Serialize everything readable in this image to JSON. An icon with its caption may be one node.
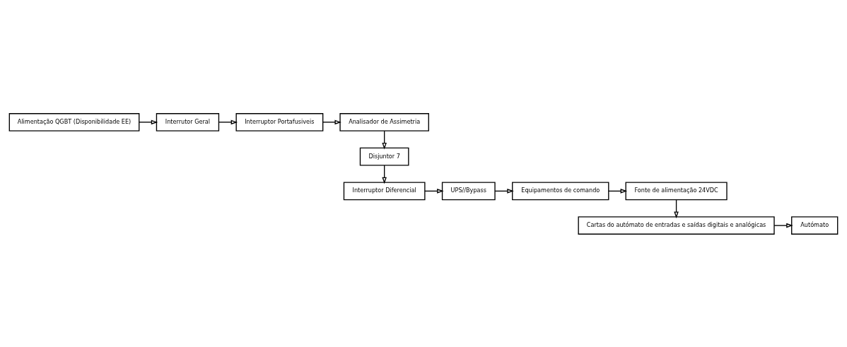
{
  "diagram": {
    "nodes": [
      {
        "text": [
          "Alimentação QGBT (Disponibilidade EE)"
        ]
      },
      {
        "text": [
          "Interrutor Geral"
        ]
      },
      {
        "text": [
          "Interruptor Portafusiveis"
        ]
      },
      {
        "text": [
          "Analisador de Assimetria"
        ]
      },
      {
        "text": [
          "Disjuntor 7"
        ]
      },
      {
        "text": [
          "Interruptor Diferencial"
        ]
      },
      {
        "text": [
          "UPS//Bypass"
        ]
      },
      {
        "text": [
          "Equipamentos de comando"
        ]
      },
      {
        "text": [
          "Fonte de alimentação 24VDC"
        ]
      },
      {
        "text": [
          "Cartas do autómato de entradas e saídas digitais e analógicas"
        ]
      },
      {
        "text": [
          "Autómato"
        ]
      }
    ],
    "edges": [
      {
        "from": 0,
        "to": 1,
        "arrow": "to"
      },
      {
        "from": 1,
        "to": 2,
        "arrow": "to"
      },
      {
        "from": 2,
        "to": 3,
        "arrow": "to"
      },
      {
        "from": 3,
        "to": 4,
        "arrow": "to"
      },
      {
        "from": 4,
        "to": 5,
        "arrow": "to"
      },
      {
        "from": 5,
        "to": 6,
        "arrow": "to"
      },
      {
        "from": 6,
        "to": 7,
        "arrow": "to"
      },
      {
        "from": 7,
        "to": 8,
        "arrow": "to"
      },
      {
        "from": 8,
        "to": 9,
        "arrow": "to"
      },
      {
        "from": 9,
        "to": 10,
        "arrow": "to"
      }
    ]
  }
}
